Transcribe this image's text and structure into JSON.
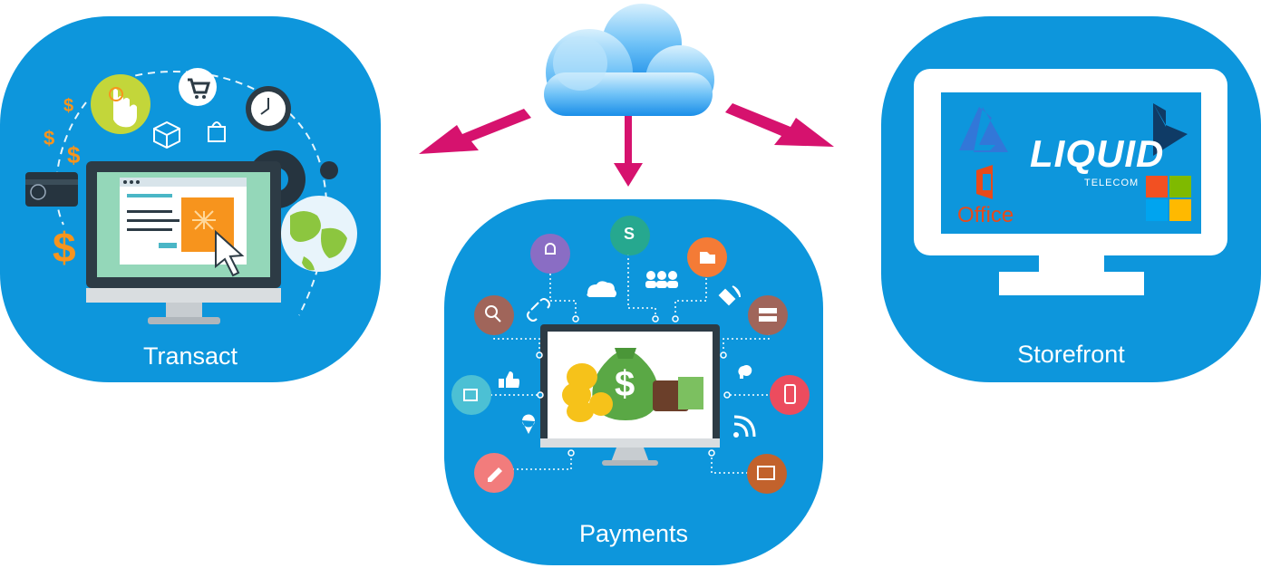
{
  "tiles": {
    "transact": {
      "label": "Transact"
    },
    "payments": {
      "label": "Payments"
    },
    "storefront": {
      "label": "Storefront"
    }
  },
  "storefront_screen": {
    "brand_main": "LIQUID",
    "brand_sub": "TELECOM",
    "office_label": "Office"
  },
  "transact_art": {
    "currency_symbol": "$"
  },
  "payments_art": {
    "currency_symbol": "$",
    "sharepoint_letter": "S"
  },
  "colors": {
    "tile_blue": "#0d96dc",
    "arrow_magenta": "#d6126e",
    "cloud_light": "#bfe6fb",
    "cloud_dark": "#1a8ee8",
    "money_green": "#5aa845",
    "orange": "#f7941d",
    "ms_red": "#f25022",
    "ms_green": "#7fba00",
    "ms_blue": "#00a4ef",
    "ms_yellow": "#ffb900"
  },
  "icons": [
    "cloud-icon",
    "computer-monitor-icon",
    "cursor-click-icon",
    "shopping-cart-icon",
    "clock-icon",
    "globe-icon",
    "gear-icon",
    "credit-card-icon",
    "dollar-icon",
    "money-bag-icon",
    "coins-icon",
    "wallet-icon",
    "users-icon",
    "sharepoint-icon",
    "folder-icon",
    "satellite-icon",
    "server-icon",
    "mobile-payment-icon",
    "rss-icon",
    "web-settings-icon",
    "edit-icon",
    "location-pin-icon",
    "thumbs-up-icon",
    "cloud-small-icon",
    "link-icon",
    "lightbulb-icon",
    "search-icon",
    "azure-logo",
    "dynamics-logo",
    "office-logo",
    "windows-logo"
  ]
}
